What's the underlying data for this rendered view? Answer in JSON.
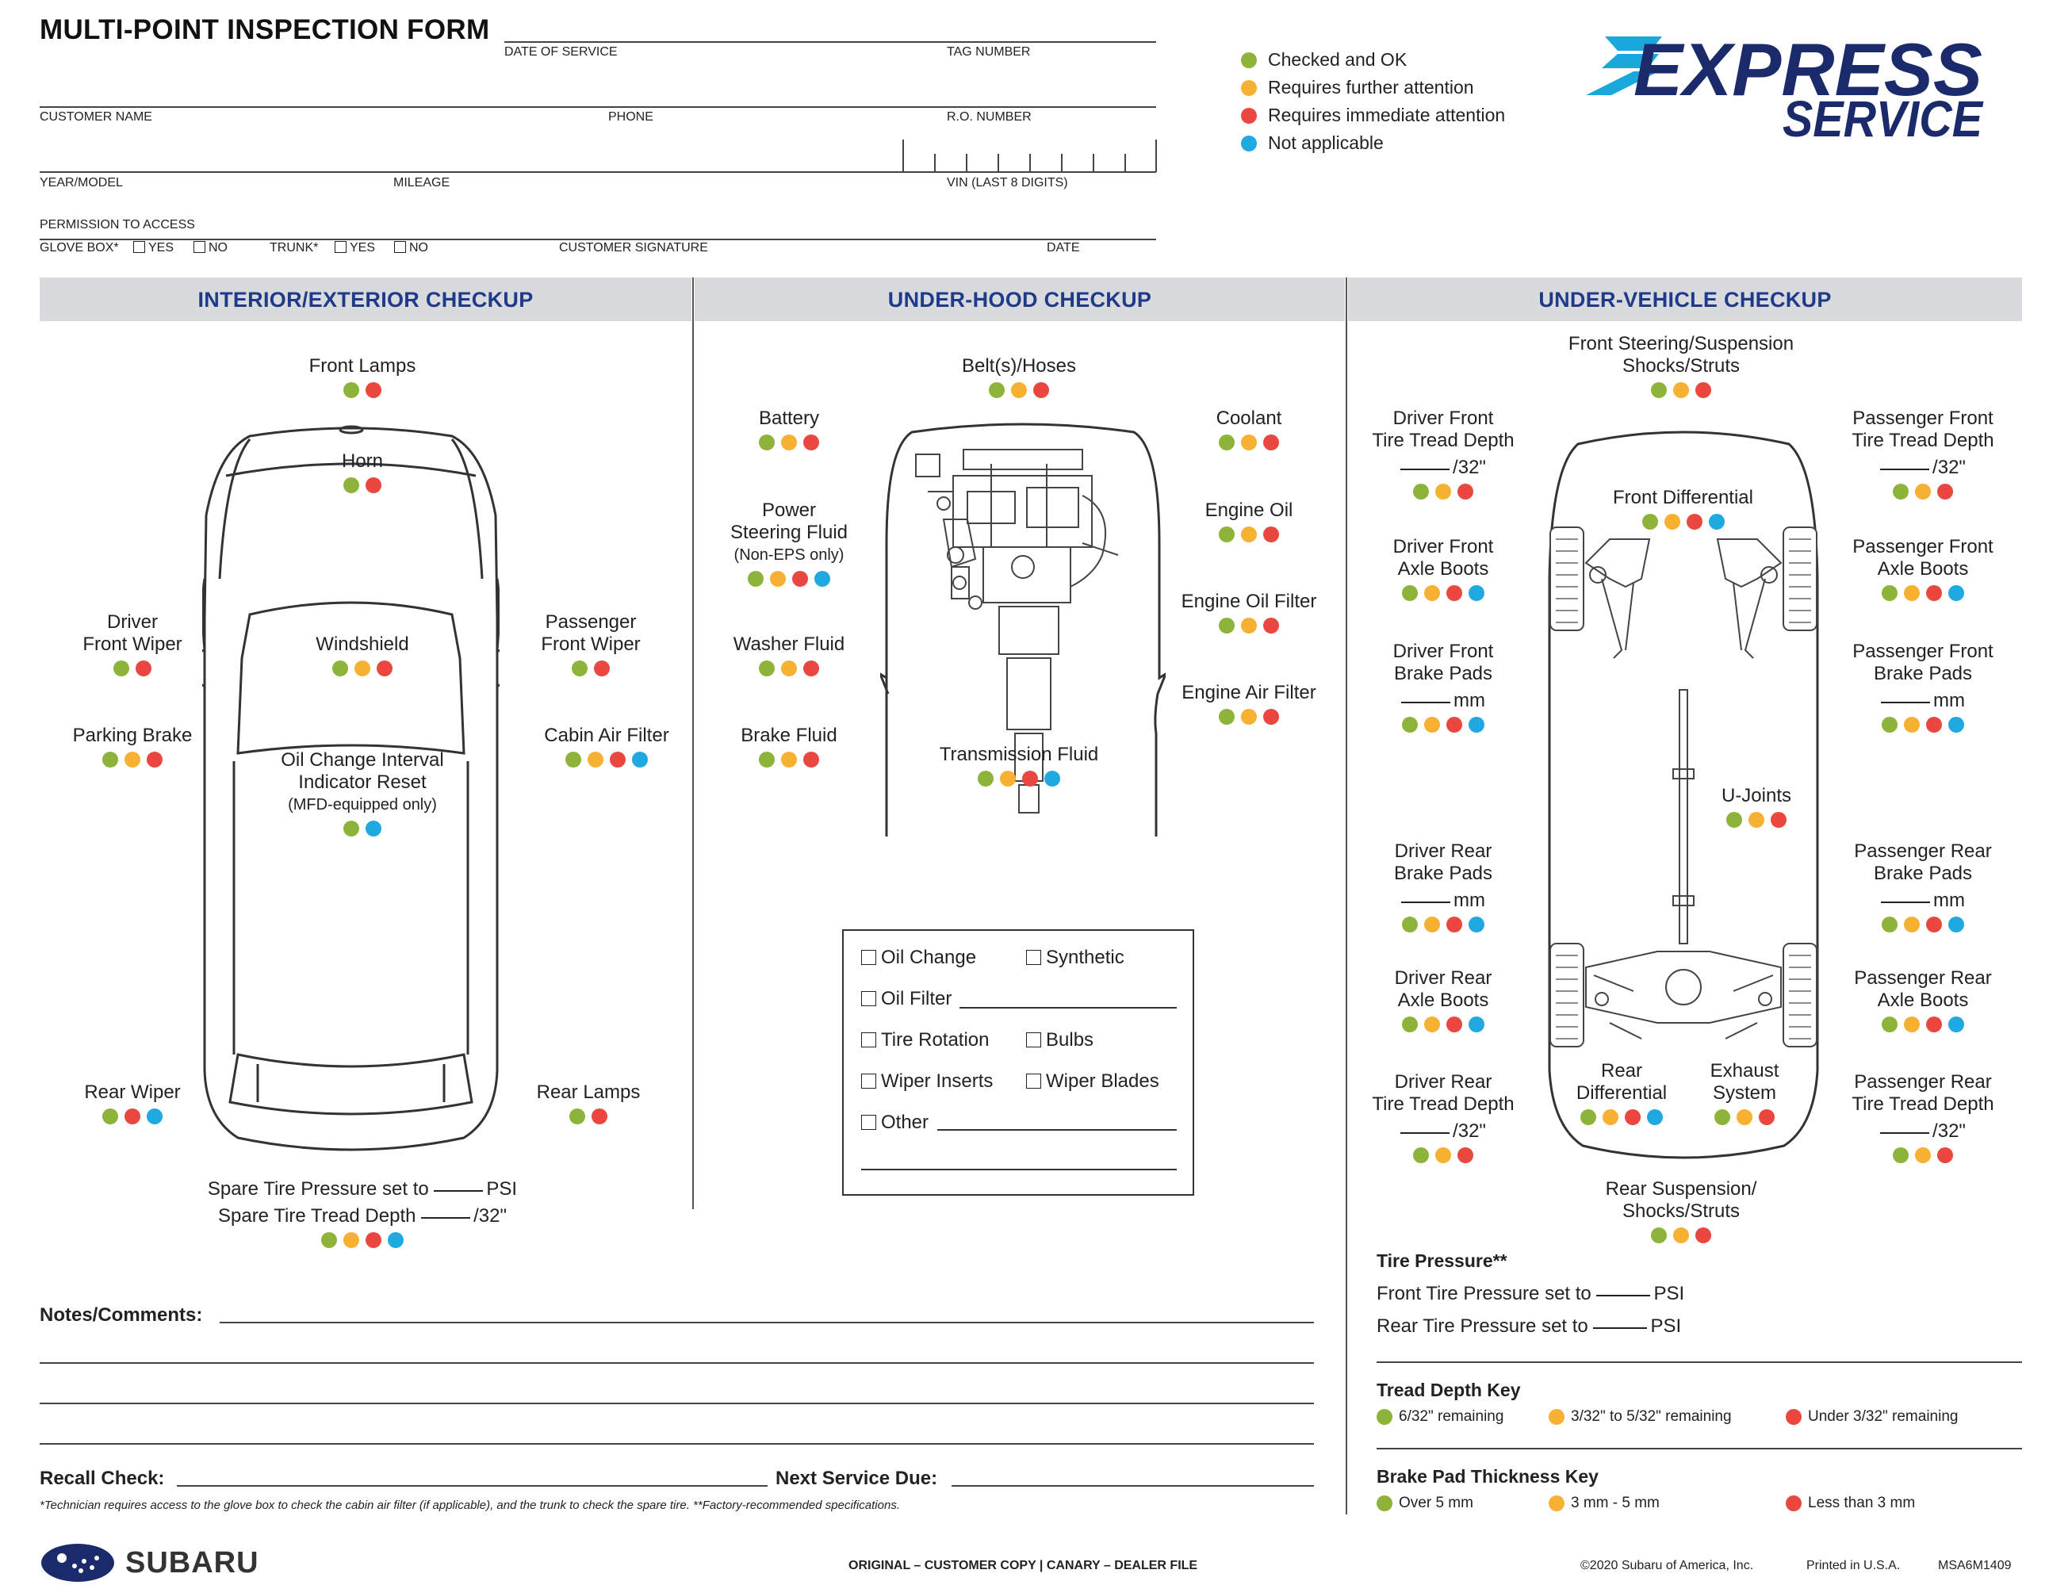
{
  "form": {
    "title": "MULTI-POINT INSPECTION FORM",
    "date_of_service": "DATE OF SERVICE",
    "tag_number": "TAG NUMBER",
    "customer_name": "CUSTOMER NAME",
    "phone": "PHONE",
    "ro_number": "R.O. NUMBER",
    "year_model": "YEAR/MODEL",
    "mileage": "MILEAGE",
    "vin": "VIN (LAST 8 DIGITS)",
    "permission": "PERMISSION TO ACCESS",
    "glove_box": "GLOVE BOX*",
    "trunk": "TRUNK*",
    "yes": "YES",
    "no": "NO",
    "customer_signature": "CUSTOMER SIGNATURE",
    "date": "DATE"
  },
  "legend": [
    {
      "label": "Checked and OK",
      "color": "#8db33b"
    },
    {
      "label": "Requires further attention",
      "color": "#f6b132"
    },
    {
      "label": "Requires immediate attention",
      "color": "#e94740"
    },
    {
      "label": "Not applicable",
      "color": "#1fa9e0"
    }
  ],
  "logo": {
    "line1": "EXPRESS",
    "line2": "SERVICE"
  },
  "sections": {
    "interior": "INTERIOR/EXTERIOR CHECKUP",
    "underhood": "UNDER-HOOD CHECKUP",
    "undervehicle": "UNDER-VEHICLE CHECKUP"
  },
  "interior_items": {
    "front_lamps": "Front Lamps",
    "horn": "Horn",
    "driver_wiper_1": "Driver",
    "driver_wiper_2": "Front Wiper",
    "windshield": "Windshield",
    "pass_wiper_1": "Passenger",
    "pass_wiper_2": "Front Wiper",
    "parking_brake": "Parking Brake",
    "cabin_filter": "Cabin Air Filter",
    "oil_interval_1": "Oil Change Interval",
    "oil_interval_2": "Indicator Reset",
    "oil_interval_3": "(MFD-equipped only)",
    "rear_wiper": "Rear Wiper",
    "rear_lamps": "Rear Lamps",
    "spare_pressure_a": "Spare Tire Pressure set to",
    "spare_pressure_b": "PSI",
    "spare_depth_a": "Spare Tire Tread Depth",
    "spare_depth_b": "/32\""
  },
  "underhood_items": {
    "belts": "Belt(s)/Hoses",
    "battery": "Battery",
    "coolant": "Coolant",
    "power_steering_1": "Power",
    "power_steering_2": "Steering Fluid",
    "power_steering_3": "(Non-EPS only)",
    "engine_oil": "Engine Oil",
    "engine_oil_filter": "Engine Oil Filter",
    "washer_fluid": "Washer Fluid",
    "engine_air_filter": "Engine Air Filter",
    "brake_fluid": "Brake Fluid",
    "transmission_fluid": "Transmission Fluid"
  },
  "service_box": {
    "oil_change": "Oil Change",
    "synthetic": "Synthetic",
    "oil_filter": "Oil Filter",
    "tire_rotation": "Tire Rotation",
    "bulbs": "Bulbs",
    "wiper_inserts": "Wiper Inserts",
    "wiper_blades": "Wiper Blades",
    "other": "Other"
  },
  "undervehicle_items": {
    "front_steering_1": "Front Steering/Suspension",
    "front_steering_2": "Shocks/Struts",
    "df_tread_1": "Driver Front",
    "df_tread_2": "Tire Tread Depth",
    "pf_tread_1": "Passenger Front",
    "pf_tread_2": "Tire Tread Depth",
    "unit_32": "/32\"",
    "unit_mm": "mm",
    "front_diff": "Front Differential",
    "df_axle_1": "Driver Front",
    "df_axle_2": "Axle Boots",
    "pf_axle_1": "Passenger Front",
    "pf_axle_2": "Axle Boots",
    "df_brake_1": "Driver Front",
    "df_brake_2": "Brake Pads",
    "pf_brake_1": "Passenger Front",
    "pf_brake_2": "Brake Pads",
    "u_joints": "U-Joints",
    "dr_brake_1": "Driver Rear",
    "dr_brake_2": "Brake Pads",
    "pr_brake_1": "Passenger Rear",
    "pr_brake_2": "Brake Pads",
    "dr_axle_1": "Driver Rear",
    "dr_axle_2": "Axle Boots",
    "pr_axle_1": "Passenger Rear",
    "pr_axle_2": "Axle Boots",
    "dr_tread_1": "Driver Rear",
    "dr_tread_2": "Tire Tread Depth",
    "rear_diff_1": "Rear",
    "rear_diff_2": "Differential",
    "exhaust_1": "Exhaust",
    "exhaust_2": "System",
    "pr_tread_1": "Passenger Rear",
    "pr_tread_2": "Tire Tread Depth",
    "rear_susp_1": "Rear Suspension/",
    "rear_susp_2": "Shocks/Struts"
  },
  "tire_pressure": {
    "heading": "Tire Pressure**",
    "front_a": "Front Tire Pressure set to",
    "rear_a": "Rear Tire Pressure set to",
    "unit": "PSI"
  },
  "tread_key": {
    "heading": "Tread Depth Key",
    "green": "6/32\" remaining",
    "yellow": "3/32\" to 5/32\" remaining",
    "red": "Under 3/32\" remaining"
  },
  "brake_key": {
    "heading": "Brake Pad Thickness Key",
    "green": "Over 5 mm",
    "yellow": "3 mm - 5 mm",
    "red": "Less than 3 mm"
  },
  "notes": {
    "label": "Notes/Comments:",
    "recall": "Recall Check:",
    "next_service": "Next Service Due:",
    "footnote": "*Technician requires access to the glove box to check the cabin air filter (if applicable), and the trunk to check the spare tire. **Factory-recommended specifications."
  },
  "footer": {
    "brand": "SUBARU",
    "copy": "ORIGINAL – CUSTOMER COPY  |  CANARY – DEALER FILE",
    "copyright": "©2020 Subaru of America, Inc.",
    "printed": "Printed in U.S.A.",
    "code": "MSA6M1409"
  }
}
